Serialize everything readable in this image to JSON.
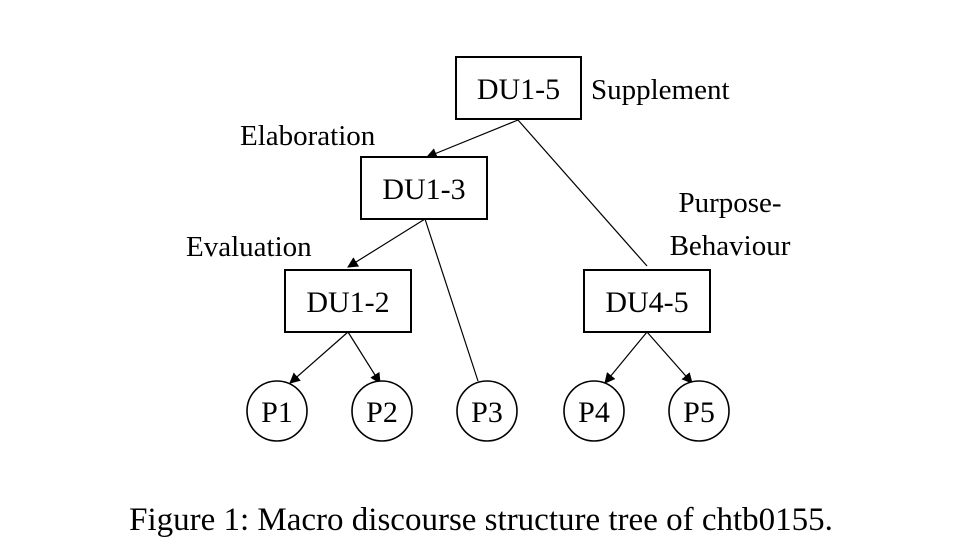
{
  "nodes": {
    "du15": {
      "label": "DU1-5"
    },
    "du13": {
      "label": "DU1-3"
    },
    "du12": {
      "label": "DU1-2"
    },
    "du45": {
      "label": "DU4-5"
    }
  },
  "leaves": {
    "p1": {
      "label": "P1"
    },
    "p2": {
      "label": "P2"
    },
    "p3": {
      "label": "P3"
    },
    "p4": {
      "label": "P4"
    },
    "p5": {
      "label": "P5"
    }
  },
  "relations": {
    "supplement": "Supplement",
    "elaboration": "Elaboration",
    "evaluation": "Evaluation",
    "purpose_line1": "Purpose-",
    "purpose_line2": "Behaviour"
  },
  "caption": "Figure 1: Macro discourse structure tree of chtb0155."
}
